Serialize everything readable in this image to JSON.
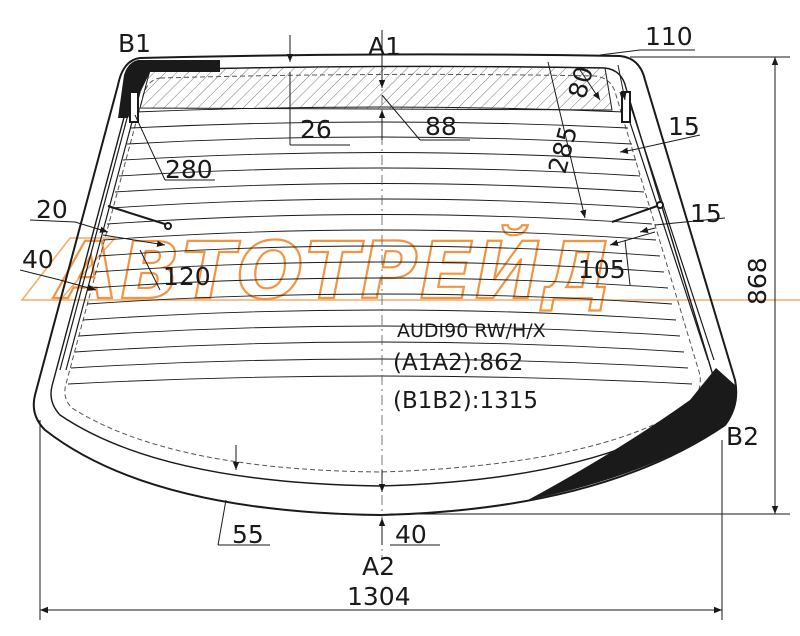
{
  "drawing": {
    "watermark": "АВТОТРЕЙД",
    "model": "AUDI90 RW/H/X",
    "dim_a1a2": "(A1A2):862",
    "dim_b1b2": "(B1B2):1315",
    "points": {
      "a1": "A1",
      "a2": "A2",
      "b1": "B1",
      "b2": "B2"
    },
    "dims": {
      "width": "1304",
      "height": "868",
      "top_inset": "26",
      "top_band": "88",
      "left_280": "280",
      "left_20": "20",
      "left_40": "40",
      "left_120": "120",
      "right_110": "110",
      "right_80": "80",
      "right_285": "285",
      "right_15a": "15",
      "right_15b": "15",
      "right_105": "105",
      "bottom_55": "55",
      "bottom_40": "40"
    },
    "colors": {
      "line": "#1a1a1a",
      "watermark": "#f08a2e",
      "black_print": "#1a1a1a"
    }
  }
}
